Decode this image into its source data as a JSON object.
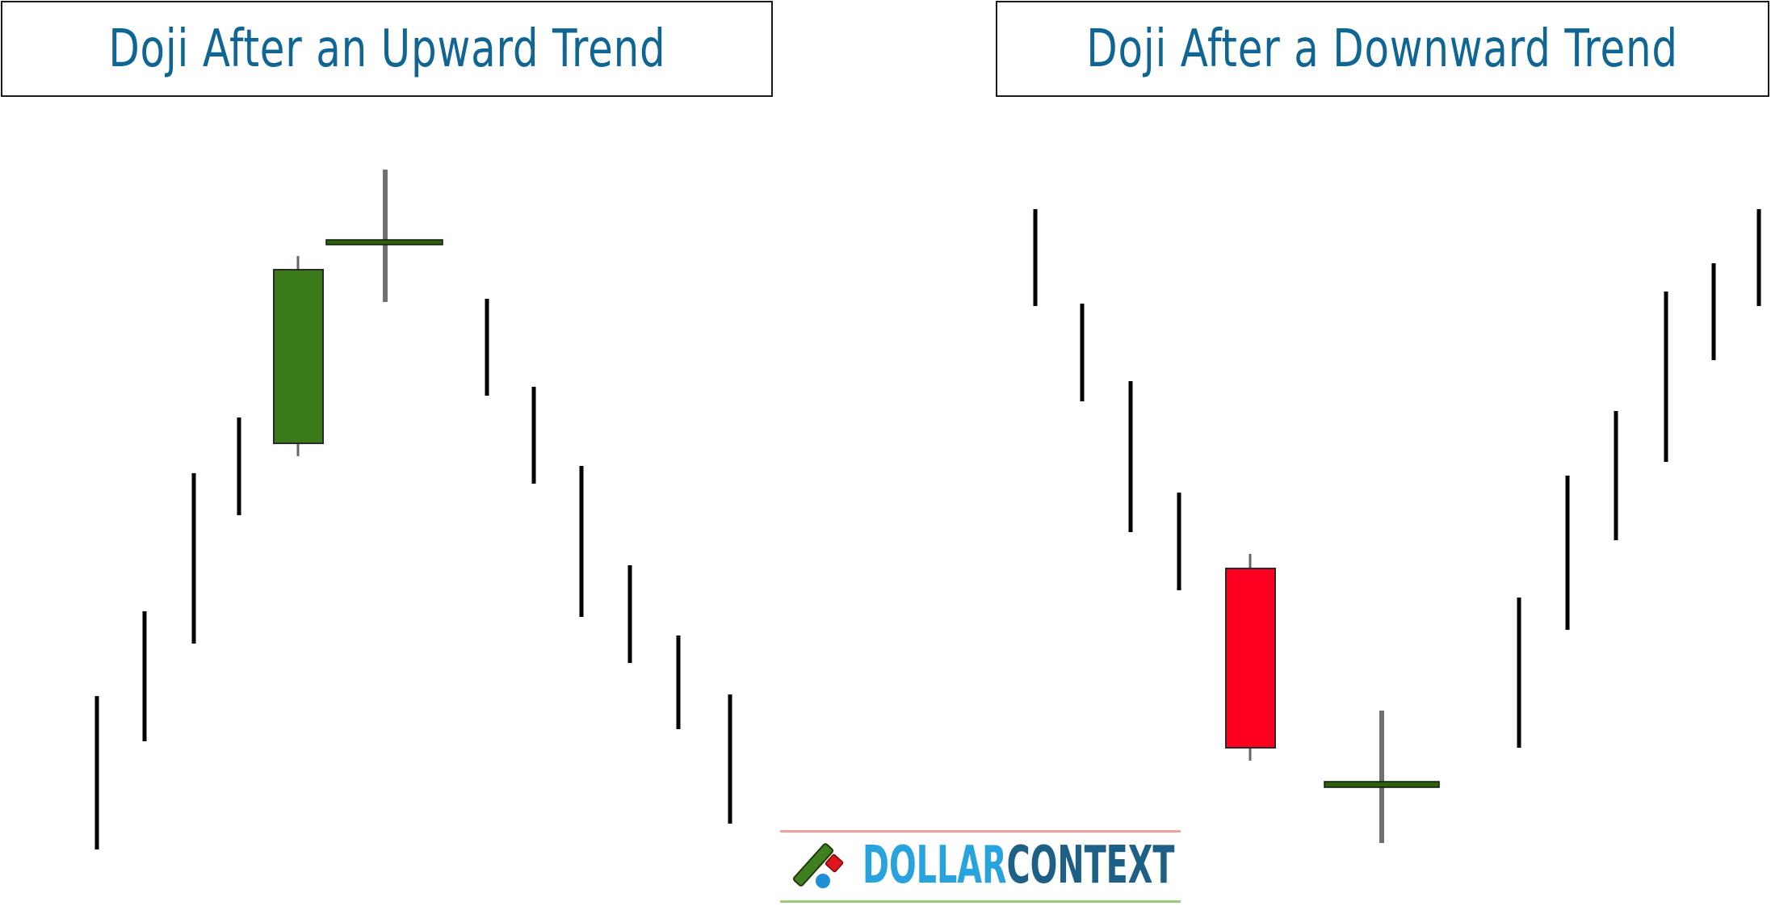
{
  "panels": {
    "left": {
      "title": "Doji After an Upward Trend"
    },
    "right": {
      "title": "Doji After a Downward Trend"
    }
  },
  "brand": {
    "part1": "DOLLAR",
    "part2": "CONTEXT",
    "icon": "dollarcontext-logo-icon"
  },
  "colors": {
    "title_text": "#0f6593",
    "bullish_candle": "#3a7a19",
    "bearish_candle": "#ff0020",
    "doji": "#2f5f10",
    "bar": "#000000",
    "wick": "#666666"
  }
}
